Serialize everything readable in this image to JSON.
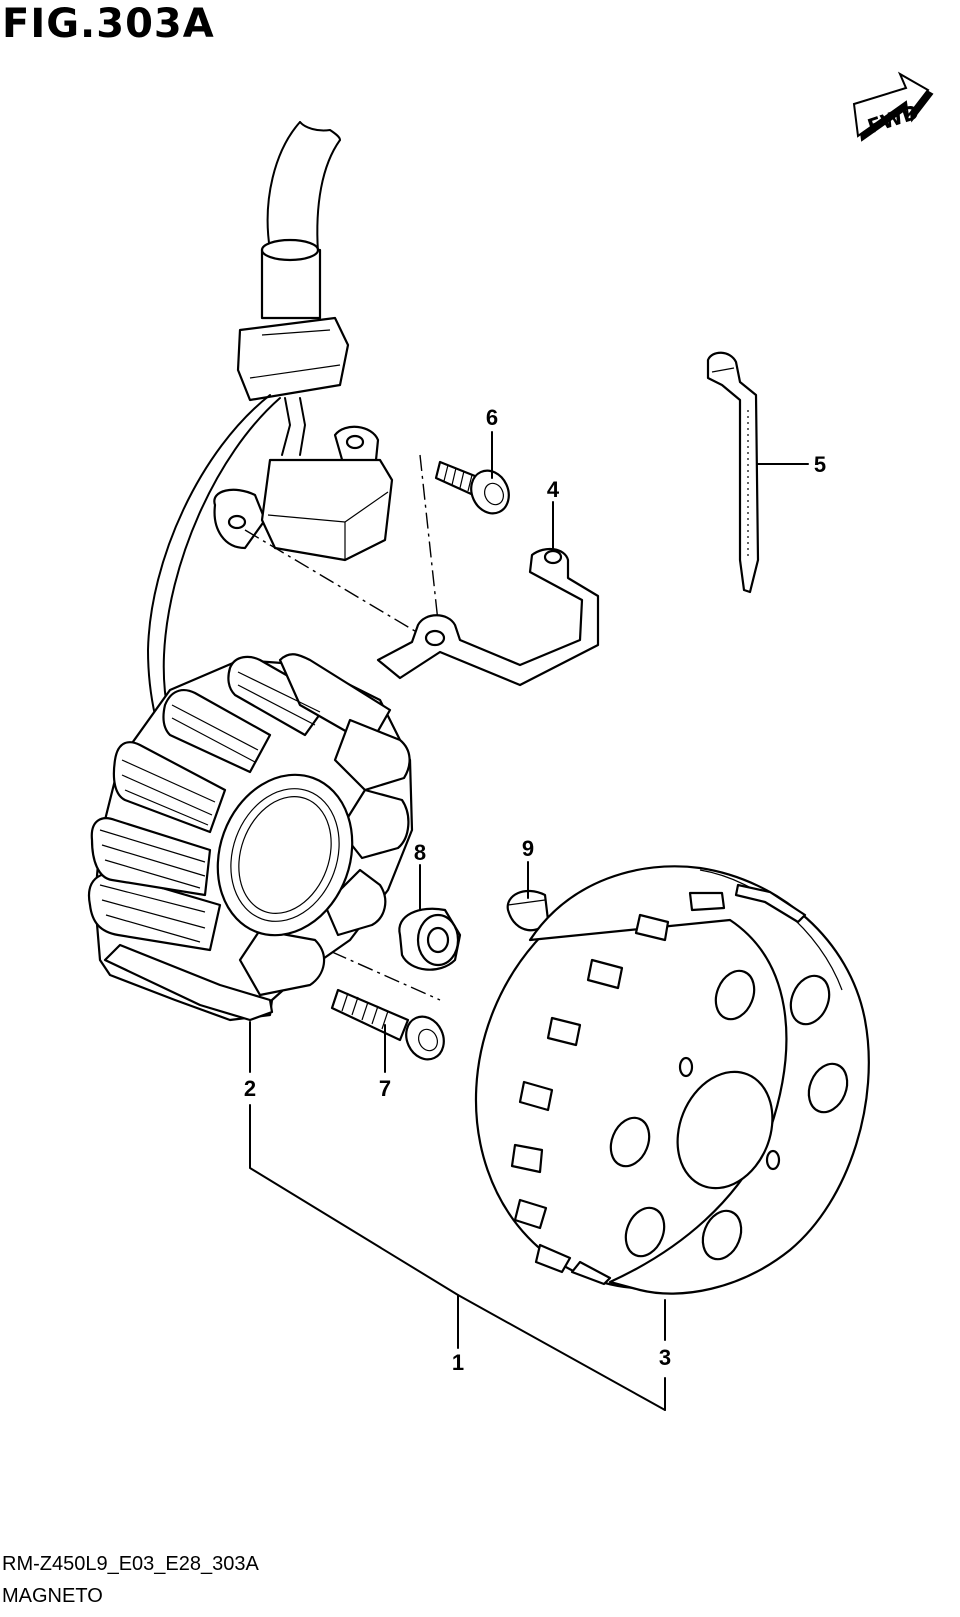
{
  "figure": {
    "title": "FIG.303A",
    "fwd_label": "FWD",
    "fwd_icon": "fwd-arrow-icon"
  },
  "callouts": [
    {
      "id": "1",
      "label": "1"
    },
    {
      "id": "2",
      "label": "2"
    },
    {
      "id": "3",
      "label": "3"
    },
    {
      "id": "4",
      "label": "4"
    },
    {
      "id": "5",
      "label": "5"
    },
    {
      "id": "6",
      "label": "6"
    },
    {
      "id": "7",
      "label": "7"
    },
    {
      "id": "8",
      "label": "8"
    },
    {
      "id": "9",
      "label": "9"
    }
  ],
  "footer": {
    "model_code": "RM-Z450L9_E03_E28_303A",
    "section_name": "MAGNETO"
  }
}
